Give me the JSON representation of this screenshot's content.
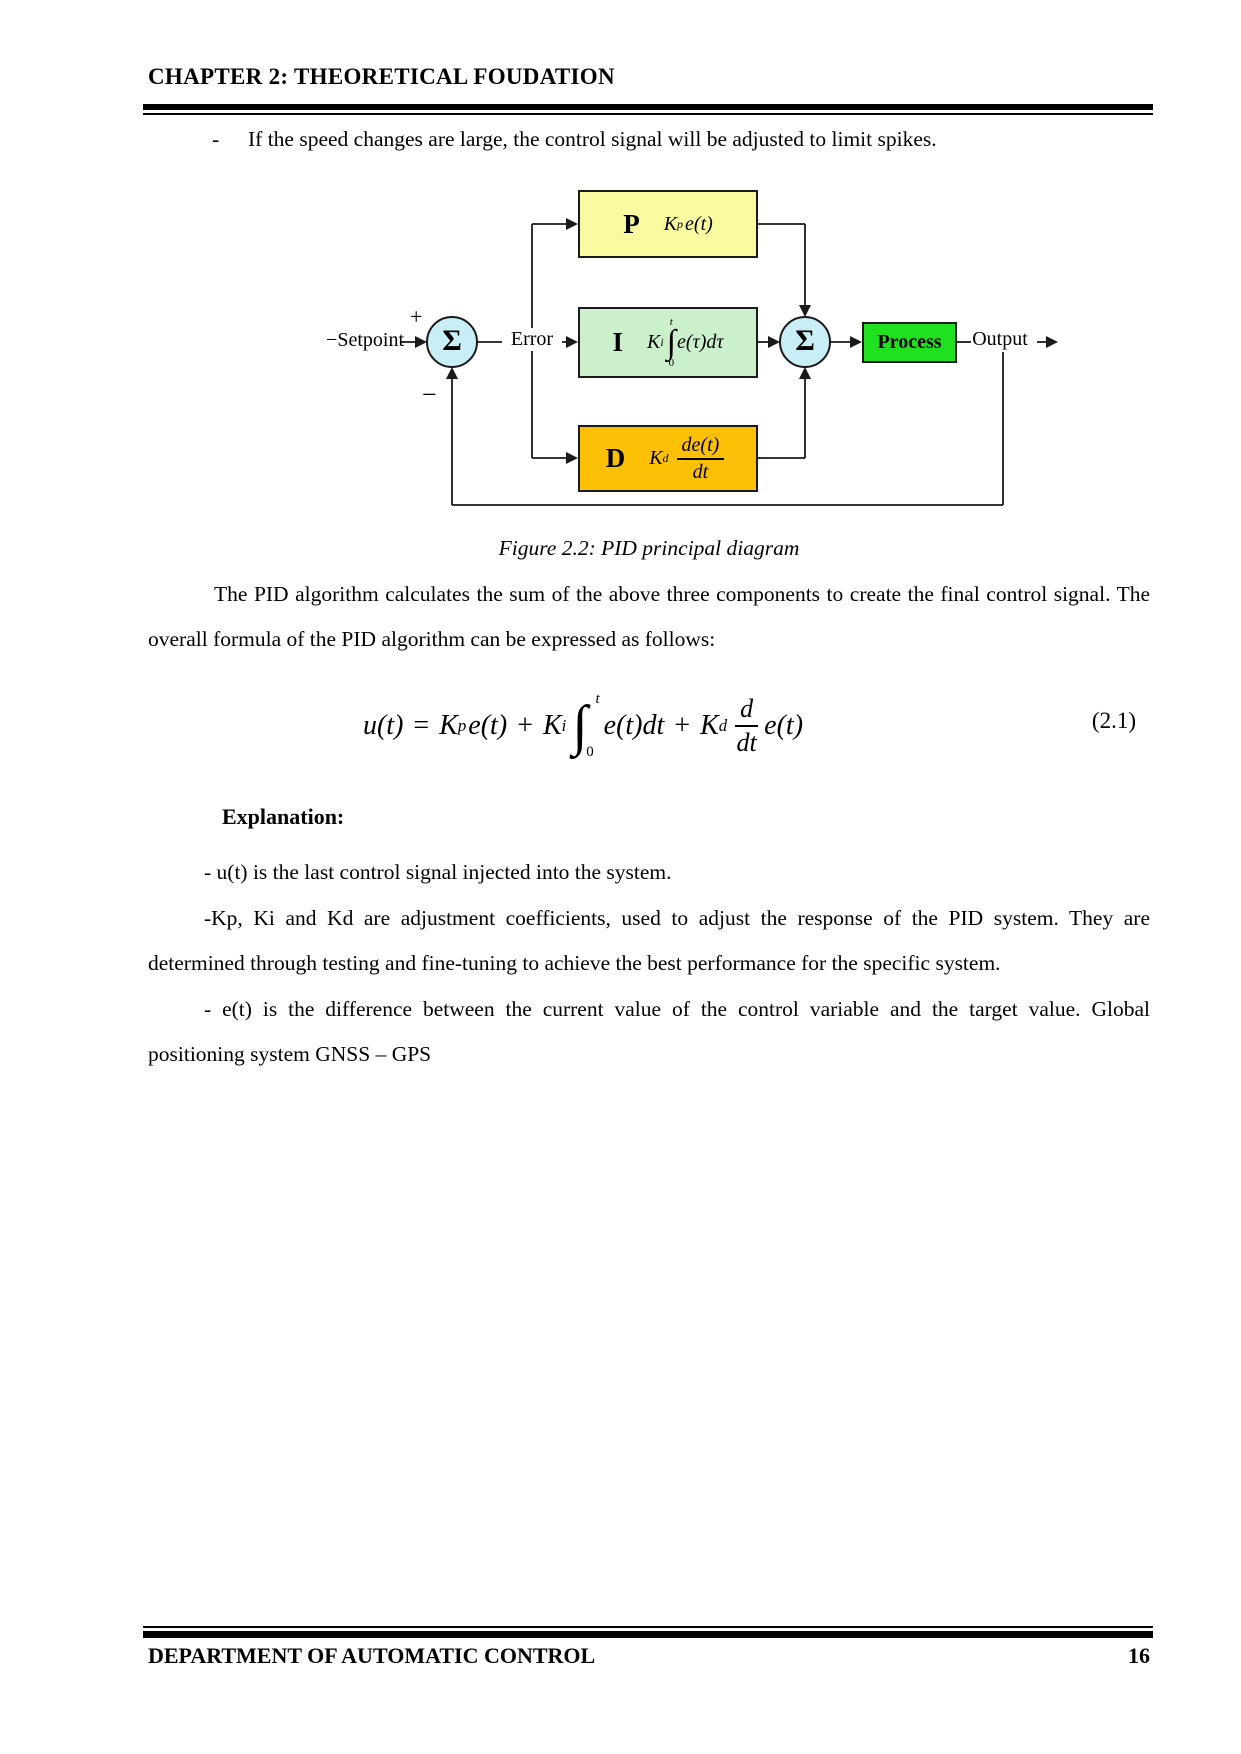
{
  "header": {
    "title": "CHAPTER 2: THEORETICAL FOUDATION"
  },
  "intro_bullet": {
    "dash": "-",
    "text": "If the speed changes are large, the control signal will be adjusted to limit spikes."
  },
  "diagram": {
    "setpoint_label": "−Setpoint",
    "plus_sign": "+",
    "minus_sign": "−",
    "sum_symbol": "Σ",
    "error_label": "Error",
    "output_label": "Output",
    "process_label": "Process",
    "p_block": {
      "letter": "P",
      "coef": "K",
      "coef_sub": "p",
      "expr": "e(t)"
    },
    "i_block": {
      "letter": "I",
      "coef": "K",
      "coef_sub": "i",
      "int_sign": "∫",
      "upper_limit": "t",
      "lower_limit": "0",
      "expr": "e(τ)dτ"
    },
    "d_block": {
      "letter": "D",
      "coef": "K",
      "coef_sub": "d",
      "frac_num": "de(t)",
      "frac_den": "dt"
    },
    "colors": {
      "p_fill": "#FAFAA0",
      "i_fill": "#CCF0CC",
      "d_fill": "#FBC004",
      "process_fill": "#1FE11F",
      "sum_fill": "#C9EEF6",
      "line": "#1a1a1a"
    }
  },
  "figure_caption": "Figure 2.2: PID principal diagram",
  "paragraph_1": "The PID algorithm calculates the sum of the above three components to create the final control signal. The overall formula of the PID algorithm can be expressed as follows:",
  "equation": {
    "lhs": "u(t)",
    "equals": "=",
    "t1_coef": "K",
    "t1_sub": "p",
    "t1_expr": "e(t)",
    "plus1": "+",
    "t2_coef": "K",
    "t2_sub": "i",
    "int_sign": "∫",
    "int_upper": "t",
    "int_lower": "0",
    "t2_expr": "e(t)dt",
    "plus2": "+",
    "t3_coef": "K",
    "t3_sub": "d",
    "frac_num": "d",
    "frac_den": "dt",
    "t3_expr": "e(t)",
    "number": "(2.1)"
  },
  "explanation": {
    "heading": "Explanation:",
    "items": [
      "- u(t) is the last control signal injected into the system.",
      "-Kp, Ki and Kd are adjustment coefficients, used to adjust the response of the PID system. They are determined through testing and fine-tuning to achieve the best performance for the specific system.",
      "- e(t) is the difference between the current value of the control variable and the target value. Global positioning system GNSS – GPS"
    ]
  },
  "footer": {
    "department": "DEPARTMENT OF AUTOMATIC CONTROL",
    "page_number": "16"
  }
}
